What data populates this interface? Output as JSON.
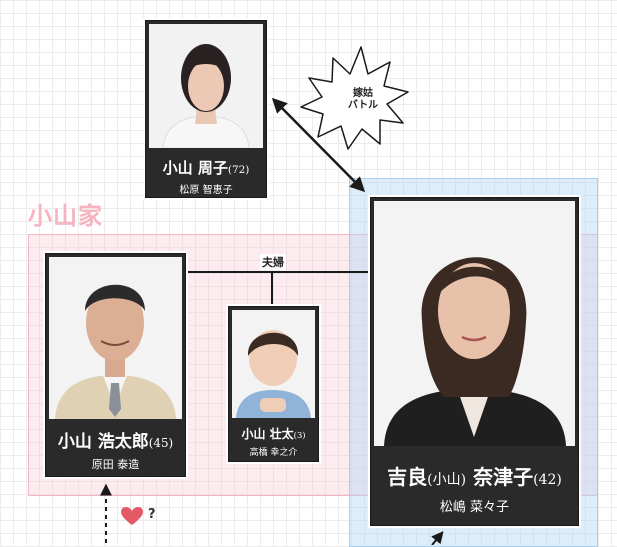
{
  "family": {
    "label": "小山家"
  },
  "relations": {
    "couple_label": "夫婦",
    "conflict_label_line1": "嫁姑",
    "conflict_label_line2": "バトル",
    "question_mark": "?"
  },
  "characters": [
    {
      "id": "shuko",
      "surname": "小山",
      "given": "周子",
      "age": "(72)",
      "actor": "松原 智恵子"
    },
    {
      "id": "kotaro",
      "surname": "小山",
      "given": "浩太郎",
      "age": "(45)",
      "actor": "原田 泰造"
    },
    {
      "id": "sota",
      "surname": "小山",
      "given": "壮太",
      "age": "(3)",
      "actor": "高橋 幸之介"
    },
    {
      "id": "natsuko",
      "surname": "吉良",
      "maiden": "(小山)",
      "given": "奈津子",
      "age": "(42)",
      "actor": "松嶋 菜々子"
    }
  ],
  "colors": {
    "family_zone": "#fac8d2",
    "wife_zone": "#b4d7f5",
    "card": "#2a2a2a",
    "heart": "#e35a66"
  }
}
